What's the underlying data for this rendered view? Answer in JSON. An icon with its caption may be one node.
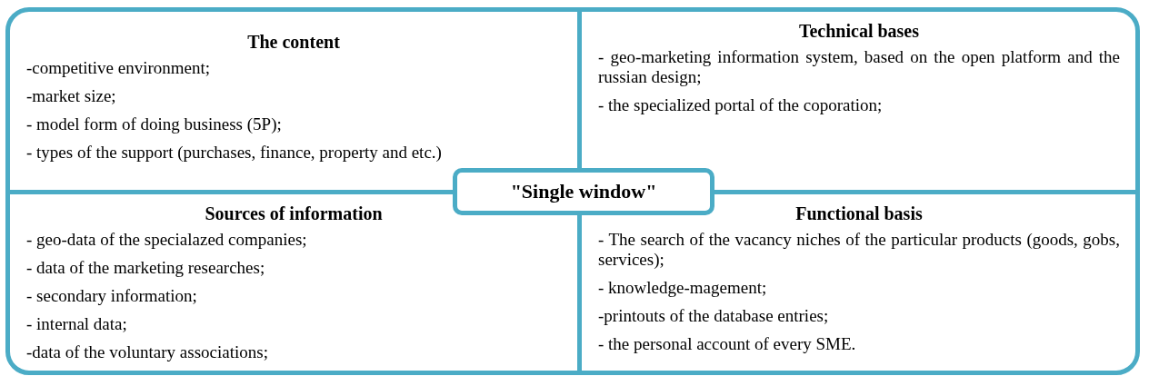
{
  "diagram": {
    "nodes": [
      {
        "text": [
          "The content",
          "-competitive environment;",
          "-market size;",
          "-  model form of doing business (5P);",
          "- types of the support (purchases, finance, property and etc.)"
        ]
      },
      {
        "text": [
          "Technical bases",
          "- geo-marketing information system, based on the open platform and the russian design;",
          "-  the specialized portal of the coporation;"
        ]
      },
      {
        "text": [
          "Sources of information",
          "- geo-data of the specialazed companies;",
          "- data of the marketing researches;",
          "- secondary information;",
          "- internal data;",
          "-data of the voluntary associations;"
        ]
      },
      {
        "text": [
          "Functional basis",
          "- The search of the vacancy niches of the particular products (goods, gobs, services);",
          "- knowledge-magement;",
          "-printouts of the database entries;",
          "- the personal account of every SME."
        ]
      },
      {
        "text": [
          "\"Single window\""
        ]
      }
    ],
    "edges": []
  }
}
